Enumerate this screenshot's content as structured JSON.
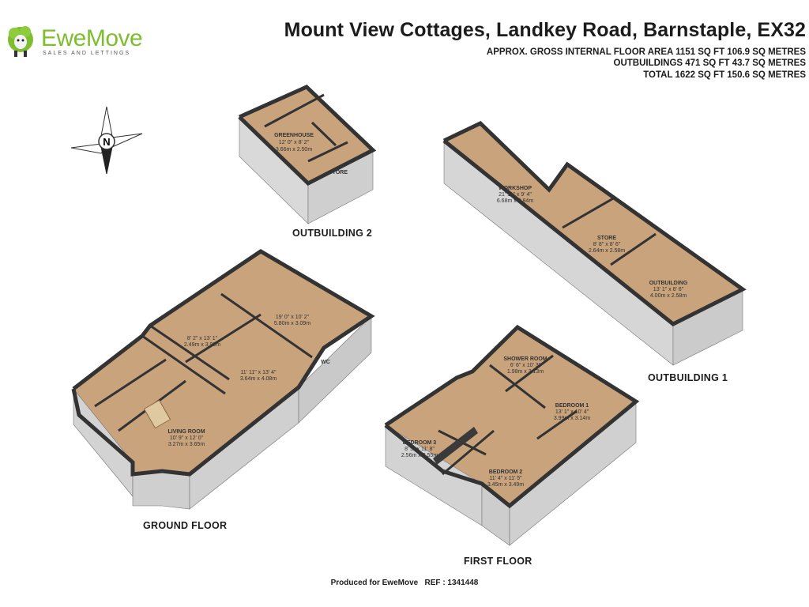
{
  "header": {
    "title": "Mount View Cottages, Landkey Road, Barnstaple, EX32",
    "areas": [
      "APPROX. GROSS INTERNAL FLOOR AREA 1151 SQ FT 106.9 SQ METRES",
      "OUTBUILDINGS 471 SQ FT 43.7 SQ METRES",
      "TOTAL 1622 SQ FT 150.6 SQ METRES"
    ]
  },
  "logo": {
    "name": "EweMove",
    "tagline": "SALES AND LETTINGS",
    "brand_color": "#7ebd2f"
  },
  "compass": {
    "label": "N"
  },
  "floors": {
    "ground": "GROUND FLOOR",
    "first": "FIRST FLOOR",
    "outbuilding_1": "OUTBUILDING 1",
    "outbuilding_2": "OUTBUILDING 2"
  },
  "rooms": {
    "greenhouse": {
      "name": "GREENHOUSE",
      "imperial": "12' 0\" x 8' 2\"",
      "metric": "3.66m x 2.50m"
    },
    "ob2_store": {
      "name": "STORE"
    },
    "workshop": {
      "name": "WORKSHOP",
      "imperial": "21' 11\" x 9' 4\"",
      "metric": "6.68m x 2.84m"
    },
    "ob1_store": {
      "name": "STORE",
      "imperial": "8' 8\" x 8' 6\"",
      "metric": "2.64m x 2.58m"
    },
    "outbuilding": {
      "name": "OUTBUILDING",
      "imperial": "13' 1\" x 8' 6\"",
      "metric": "4.00m x 2.58m"
    },
    "kitchen": {
      "imperial": "19' 0\" x 10' 2\"",
      "metric": "5.80m x 3.09m"
    },
    "dining": {
      "imperial": "8' 2\" x 13' 1\"",
      "metric": "2.49m x 3.99m"
    },
    "reception": {
      "imperial": "11' 11\" x 13' 4\"",
      "metric": "3.64m x 4.08m"
    },
    "wc": {
      "name": "WC"
    },
    "living_room": {
      "name": "LIVING ROOM",
      "imperial": "10' 9\" x 12' 0\"",
      "metric": "3.27m x 3.65m"
    },
    "shower_room": {
      "name": "SHOWER ROOM",
      "imperial": "6' 6\" x 10' 3\"",
      "metric": "1.98m x 3.13m"
    },
    "bedroom_1": {
      "name": "BEDROOM 1",
      "imperial": "13' 1\" x 10' 4\"",
      "metric": "3.99m x 3.14m"
    },
    "bedroom_2": {
      "name": "BEDROOM 2",
      "imperial": "11' 4\" x 11' 5\"",
      "metric": "3.45m x 3.49m"
    },
    "bedroom_3": {
      "name": "BEDROOM 3",
      "imperial": "8' 5\" x 11' 8\"",
      "metric": "2.56m x 3.55m"
    }
  },
  "footer": {
    "text": "Produced for EweMove   REF : 1341448"
  }
}
